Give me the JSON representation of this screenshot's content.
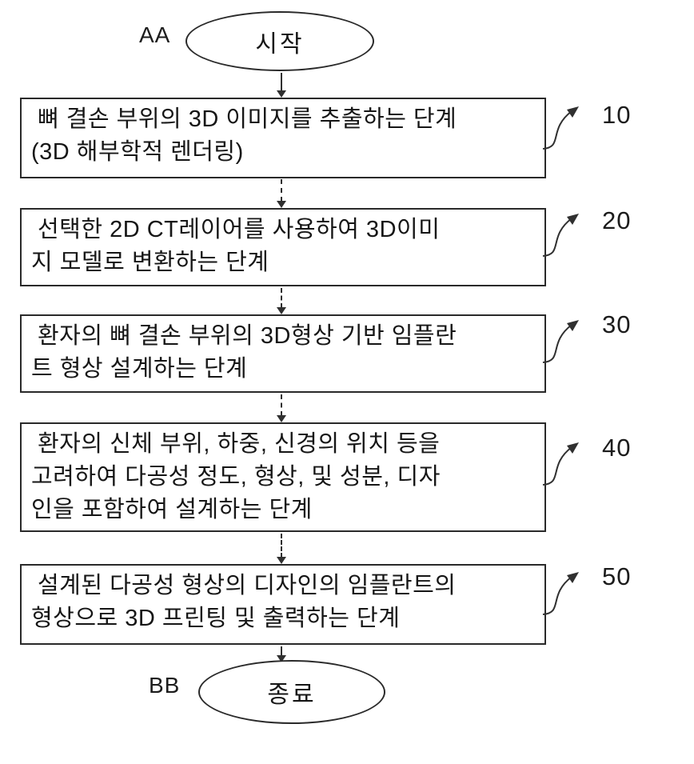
{
  "flow": {
    "start": {
      "tag": "AA",
      "label": "시작"
    },
    "end": {
      "tag": "BB",
      "label": "종료"
    },
    "steps": [
      {
        "ref": "10",
        "lines": {
          "0": "뼈 결손 부위의 3D 이미지를 추출하는 단계",
          "1": "(3D 해부학적 렌더링)"
        }
      },
      {
        "ref": "20",
        "lines": {
          "0": "선택한 2D CT레이어를 사용하여 3D이미",
          "1": "지 모델로 변환하는 단계"
        }
      },
      {
        "ref": "30",
        "lines": {
          "0": "환자의 뼈 결손 부위의 3D형상 기반 임플란",
          "1": "트 형상 설계하는 단계"
        }
      },
      {
        "ref": "40",
        "lines": {
          "0": "환자의 신체 부위, 하중, 신경의 위치 등을",
          "1": "고려하여 다공성 정도, 형상, 및  성분,  디자",
          "2": "인을 포함하여 설계하는 단계"
        }
      },
      {
        "ref": "50",
        "lines": {
          "0": "설계된 다공성 형상의 디자인의 임플란트의",
          "1": "형상으로 3D 프린팅 및 출력하는 단계"
        }
      }
    ]
  },
  "colors": {
    "ink": "#161616",
    "line": "#303030",
    "background": "#ffffff"
  }
}
